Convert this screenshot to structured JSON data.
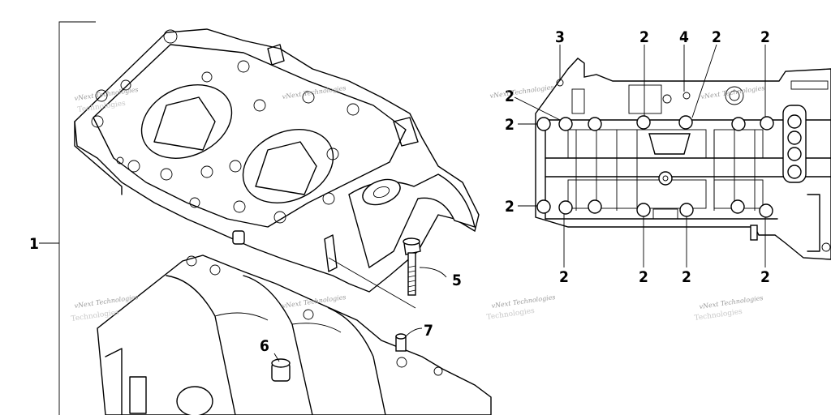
{
  "callouts": {
    "assembly": "1",
    "dowel_pins": "2",
    "plug": "3",
    "stud": "4",
    "bolt": "5",
    "bushing": "6",
    "sleeve": "7"
  },
  "watermark": {
    "text": "vNext Technologies",
    "ghost": "Technologies"
  }
}
